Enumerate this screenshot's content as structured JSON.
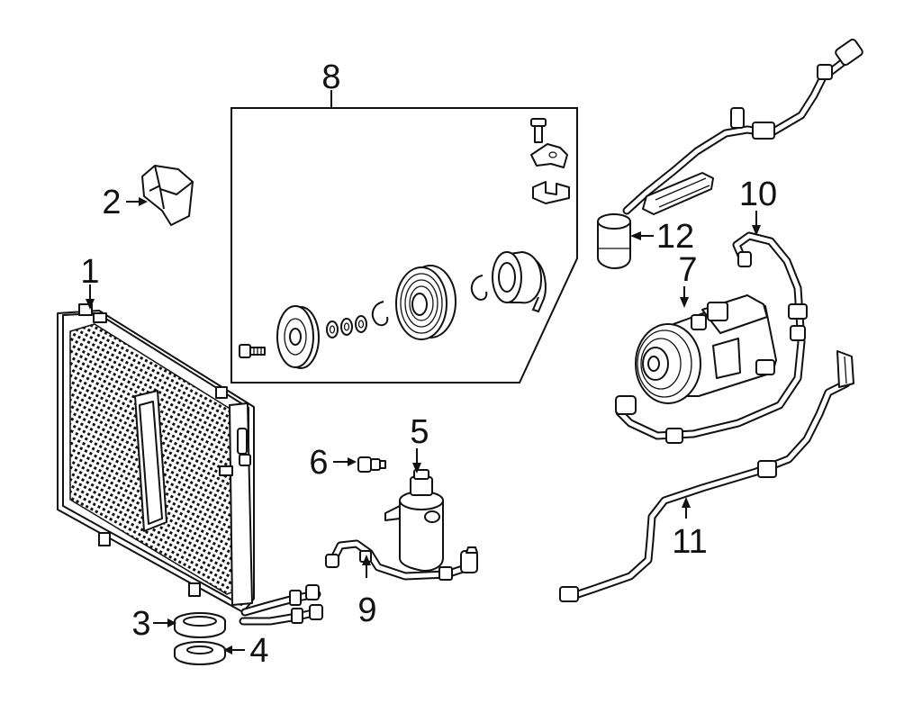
{
  "diagram": {
    "type": "parts-callout",
    "callouts": [
      {
        "id": "c1",
        "text": "1"
      },
      {
        "id": "c2",
        "text": "2"
      },
      {
        "id": "c3",
        "text": "3"
      },
      {
        "id": "c4",
        "text": "4"
      },
      {
        "id": "c5",
        "text": "5"
      },
      {
        "id": "c6",
        "text": "6"
      },
      {
        "id": "c7",
        "text": "7"
      },
      {
        "id": "c8",
        "text": "8"
      },
      {
        "id": "c9",
        "text": "9"
      },
      {
        "id": "c10",
        "text": "10"
      },
      {
        "id": "c11",
        "text": "11"
      },
      {
        "id": "c12",
        "text": "12"
      }
    ]
  }
}
